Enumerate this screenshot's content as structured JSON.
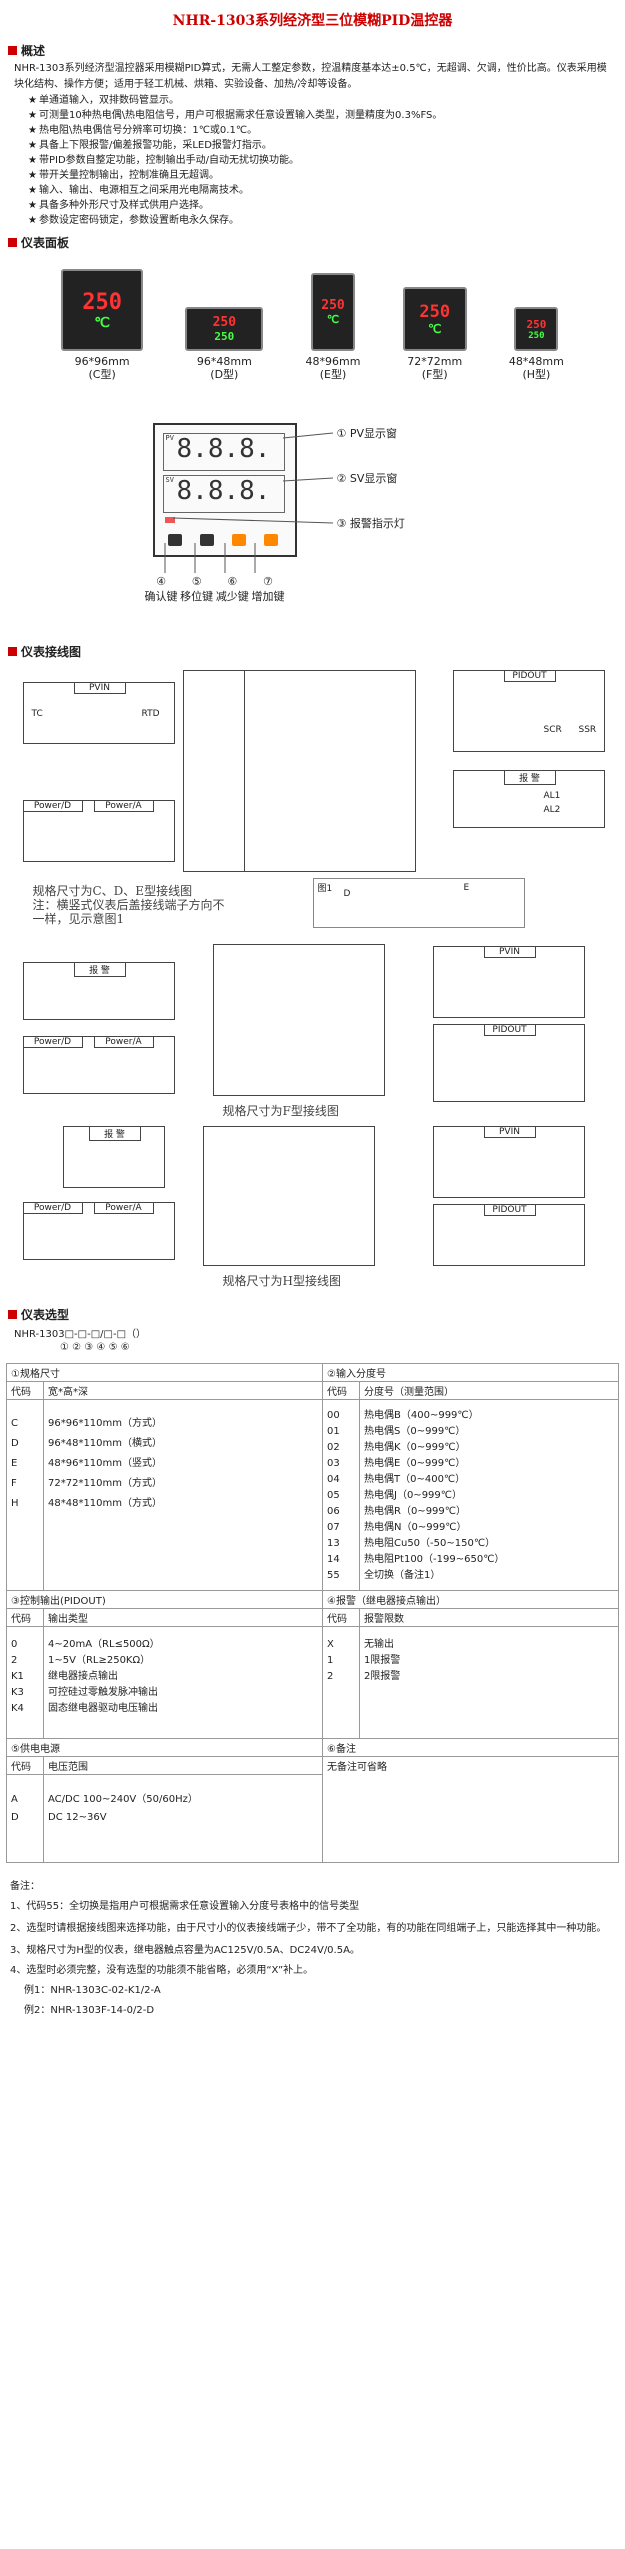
{
  "title": "NHR-1303系列经济型三位模糊PID温控器",
  "overview": {
    "heading": "概述",
    "intro": "NHR-1303系列经济型温控器采用模糊PID算式，无需人工整定参数，控温精度基本达±0.5℃，无超调、欠调，性价比高。仪表采用模块化结构、操作方便；适用于轻工机械、烘箱、实验设备、加热/冷却等设备。",
    "bullets": [
      "单通道输入，双排数码管显示。",
      "可测量10种热电偶\\热电阻信号，用户可根据需求任意设置输入类型，测量精度为0.3%FS。",
      "热电阻\\热电偶信号分辨率可切换：1℃或0.1℃。",
      "具备上下限报警/偏差报警功能，采LED报警灯指示。",
      "带PID参数自整定功能，控制输出手动/自动无扰切换功能。",
      "带开关量控制输出，控制准确且无超调。",
      "输入、输出、电源相互之间采用光电隔离技术。",
      "具备多种外形尺寸及样式供用户选择。",
      "参数设定密码锁定，参数设置断电永久保存。"
    ]
  },
  "panel_section": {
    "heading": "仪表面板",
    "panels": [
      {
        "size": "96*96mm",
        "type": "(C型)",
        "pv": "250",
        "sv": "℃"
      },
      {
        "size": "96*48mm",
        "type": "(D型)",
        "pv": "250",
        "sv": "250"
      },
      {
        "size": "48*96mm",
        "type": "(E型)",
        "pv": "250",
        "sv": "℃"
      },
      {
        "size": "72*72mm",
        "type": "(F型)",
        "pv": "250",
        "sv": "℃"
      },
      {
        "size": "48*48mm",
        "type": "(H型)",
        "pv": "250",
        "sv": "250"
      }
    ],
    "front": {
      "pv": "8.8.8.",
      "sv": "8.8.8.",
      "pv_tag": "PV",
      "sv_tag": "SV",
      "callouts": [
        "① PV显示窗",
        "② SV显示窗",
        "③ 报警指示灯"
      ],
      "keys": [
        {
          "num": "④",
          "label": "确认键"
        },
        {
          "num": "⑤",
          "label": "移位键"
        },
        {
          "num": "⑥",
          "label": "减少键"
        },
        {
          "num": "⑦",
          "label": "增加键"
        }
      ]
    }
  },
  "wiring": {
    "heading": "仪表接线图",
    "blocks": {
      "pvin": "PVIN",
      "pidout": "PIDOUT",
      "alarm": "报  警",
      "power_d": "Power/D",
      "power_a": "Power/A",
      "tc": "TC",
      "rtd": "RTD",
      "ssr": "SSR",
      "scr": "SCR",
      "al1": "AL1",
      "al2": "AL2",
      "fig1": "图1",
      "d": "D",
      "e": "E"
    },
    "caption_cde": "规格尺寸为C、D、E型接线图",
    "note_cde": "注：横竖式仪表后盖接线端子方向不一样，见示意图1",
    "caption_f": "规格尺寸为F型接线图",
    "caption_h": "规格尺寸为H型接线图"
  },
  "selection": {
    "heading": "仪表选型",
    "model_code": "NHR-1303□-□-□/□-□（）",
    "model_nums": "① ② ③ ④ ⑤ ⑥",
    "t1_left_title": "①规格尺寸",
    "t1_right_title": "②输入分度号",
    "t1_head": [
      "代码",
      "宽*高*深",
      "代码",
      "分度号（测量范围）"
    ],
    "sizes": [
      [
        "C",
        "96*96*110mm（方式）"
      ],
      [
        "D",
        "96*48*110mm（横式）"
      ],
      [
        "E",
        "48*96*110mm（竖式）"
      ],
      [
        "F",
        "72*72*110mm（方式）"
      ],
      [
        "H",
        "48*48*110mm（方式）"
      ]
    ],
    "inputs": [
      [
        "00",
        "热电偶B（400~999℃）"
      ],
      [
        "01",
        "热电偶S（0~999℃）"
      ],
      [
        "02",
        "热电偶K（0~999℃）"
      ],
      [
        "03",
        "热电偶E（0~999℃）"
      ],
      [
        "04",
        "热电偶T（0~400℃）"
      ],
      [
        "05",
        "热电偶J（0~999℃）"
      ],
      [
        "06",
        "热电偶R（0~999℃）"
      ],
      [
        "07",
        "热电偶N（0~999℃）"
      ],
      [
        "13",
        "热电阻Cu50（-50~150℃）"
      ],
      [
        "14",
        "热电阻Pt100（-199~650℃）"
      ],
      [
        "55",
        "全切换（备注1）"
      ]
    ],
    "t2_left_title": "③控制输出(PIDOUT)",
    "t2_right_title": "④报警（继电器接点输出）",
    "t2_head": [
      "代码",
      "输出类型",
      "代码",
      "报警限数"
    ],
    "outputs": [
      [
        "0",
        "4~20mA（RL≤500Ω）"
      ],
      [
        "2",
        "1~5V（RL≥250KΩ）"
      ],
      [
        "K1",
        "继电器接点输出"
      ],
      [
        "K3",
        "可控硅过零触发脉冲输出"
      ],
      [
        "K4",
        "固态继电器驱动电压输出"
      ]
    ],
    "alarms": [
      [
        "X",
        "无输出"
      ],
      [
        "1",
        "1限报警"
      ],
      [
        "2",
        "2限报警"
      ]
    ],
    "t3_left_title": "⑤供电电源",
    "t3_right_title": "⑥备注",
    "t3_head": [
      "代码",
      "电压范围"
    ],
    "t3_remark": "无备注可省略",
    "powers": [
      [
        "A",
        "AC/DC 100~240V（50/60Hz）"
      ],
      [
        "D",
        "DC 12~36V"
      ]
    ]
  },
  "notes": {
    "title": "备注：",
    "items": [
      "1、代码55：全切换是指用户可根据需求任意设置输入分度号表格中的信号类型",
      "2、选型时请根据接线图来选择功能，由于尺寸小的仪表接线端子少，带不了全功能，有的功能在同组端子上，只能选择其中一种功能。",
      "3、规格尺寸为H型的仪表，继电器触点容量为AC125V/0.5A、DC24V/0.5A。",
      "4、选型时必须完整，没有选型的功能须不能省略，必须用“X”补上。",
      "例1：NHR-1303C-02-K1/2-A",
      "例2：NHR-1303F-14-0/2-D"
    ]
  },
  "colors": {
    "accent": "#cc0000",
    "led_red": "#ff3333",
    "led_green": "#44ff44"
  }
}
